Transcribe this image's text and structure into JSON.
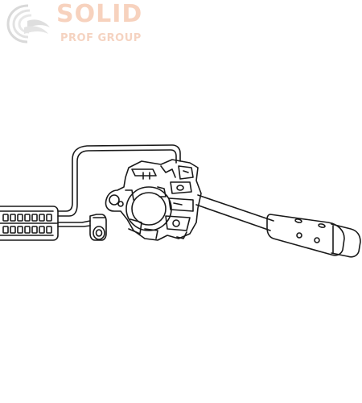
{
  "watermark": {
    "title": "SOLID",
    "subtitle": "PROF GROUP",
    "title_color": "#f7cfb9",
    "logo_color": "#d8d8d8"
  },
  "product": {
    "icon": "steering-column-switch-drawing",
    "line_color": "#1a1a1a"
  }
}
